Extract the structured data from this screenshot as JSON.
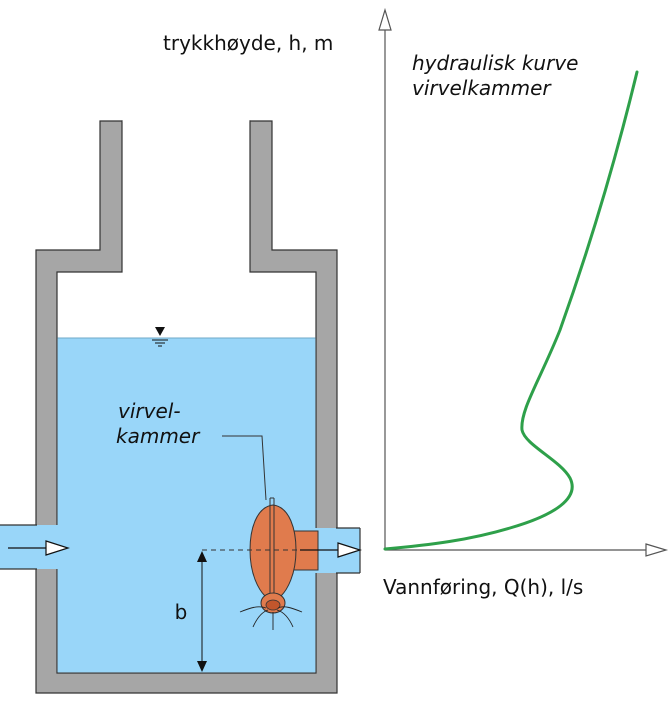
{
  "labels": {
    "y_axis": "trykkhøyde, h, m",
    "x_axis": "Vannføring, Q(h), l/s",
    "curve_title_line1": "hydraulisk kurve",
    "curve_title_line2": "virvelkammer",
    "device_line1": "virvel-",
    "device_line2": "kammer",
    "dimension": "b"
  },
  "colors": {
    "wall": "#a6a6a6",
    "wall_stroke": "#333333",
    "water": "#99d6f9",
    "device": "#e07b4d",
    "curve": "#2ea04a",
    "axis": "#555555",
    "text": "#111111"
  },
  "icons": {
    "inlet_arrow": "arrow-right-icon",
    "outlet_arrow": "arrow-right-icon",
    "water_level": "water-level-triangle-icon"
  }
}
